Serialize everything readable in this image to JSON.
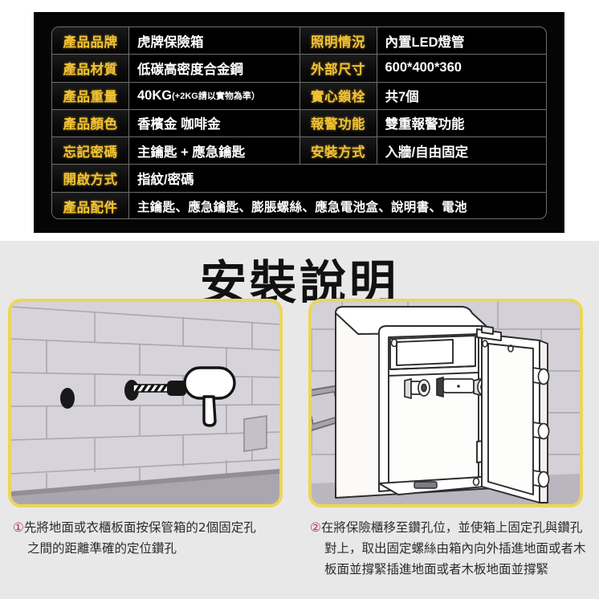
{
  "spec_panel": {
    "panel_bg": "#050505",
    "label_color": "#f2c233",
    "value_color": "#ffffff",
    "rows": [
      {
        "left_label": "產品品牌",
        "left_value": "虎牌保險箱",
        "right_label": "照明情況",
        "right_value": "內置LED燈管"
      },
      {
        "left_label": "產品材質",
        "left_value": "低碳高密度合金鋼",
        "right_label": "外部尺寸",
        "right_value": "600*400*360"
      },
      {
        "left_label": "產品重量",
        "left_value": "40KG",
        "left_value_note": "(+2KG請以實物為準）",
        "right_label": "實心鎖栓",
        "right_value": "共7個"
      },
      {
        "left_label": "產品顏色",
        "left_value": "香檳金 咖啡金",
        "right_label": "報警功能",
        "right_value": "雙重報警功能"
      },
      {
        "left_label": "忘記密碼",
        "left_value": "主鑰匙 + 應急鑰匙",
        "right_label": "安裝方式",
        "right_value": "入牆/自由固定"
      }
    ],
    "full_rows": [
      {
        "label": "開啟方式",
        "value": "指紋/密碼"
      },
      {
        "label": "產品配件",
        "value": "主鑰匙、應急鑰匙、膨脹螺絲、應急電池盒、說明書、電池"
      }
    ]
  },
  "install": {
    "title": "安裝說明",
    "frame_color": "#edd558",
    "background": "#e8e8e8",
    "steps": [
      {
        "number": "①",
        "figure_name": "drill-holes-in-wall-illustration",
        "line1": "先將地面或衣櫃板面按保管箱的2個固定孔",
        "line2": "之間的距離準確的定位鑽孔",
        "line3": ""
      },
      {
        "number": "②",
        "figure_name": "safe-box-anchoring-illustration",
        "line1": "在將保險櫃移至鑽孔位，並使箱上固定孔與鑽孔",
        "line2": "對上，取出固定螺絲由箱內向外插進地面或者木",
        "line3": "板面並撐緊插進地面或者木板地面並撐緊"
      }
    ]
  }
}
